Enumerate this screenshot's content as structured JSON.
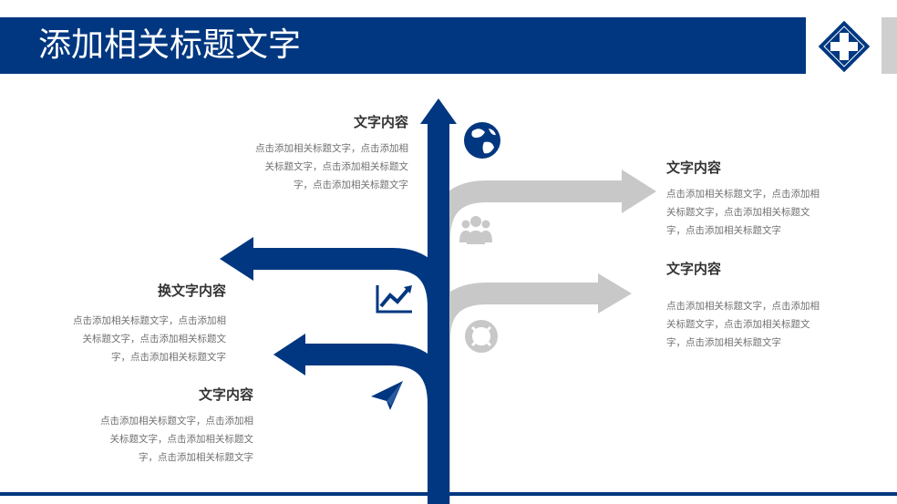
{
  "title": "添加相关标题文字",
  "colors": {
    "brand": "#003780",
    "gray": "#c8c8c8",
    "heading": "#333333",
    "body": "#707070"
  },
  "icons": [
    "globe-icon",
    "people-icon",
    "line-chart-icon",
    "lifebuoy-icon",
    "paper-plane-icon",
    "logo-cross-icon"
  ],
  "blocks": [
    {
      "heading": "文字内容",
      "body": "点击添加相关标题文字，点击添加相关标题文字，点击添加相关标题文字，点击添加相关标题文字"
    },
    {
      "heading": "文字内容",
      "body": "点击添加相关标题文字，点击添加相关标题文字，点击添加相关标题文字，点击添加相关标题文字"
    },
    {
      "heading": "文字内容",
      "body": "点击添加相关标题文字，点击添加相关标题文字，点击添加相关标题文字，点击添加相关标题文字"
    },
    {
      "heading": "换文字内容",
      "body": "点击添加相关标题文字，点击添加相关标题文字，点击添加相关标题文字，点击添加相关标题文字"
    },
    {
      "heading": "文字内容",
      "body": "点击添加相关标题文字，点击添加相关标题文字，点击添加相关标题文字，点击添加相关标题文字"
    }
  ]
}
